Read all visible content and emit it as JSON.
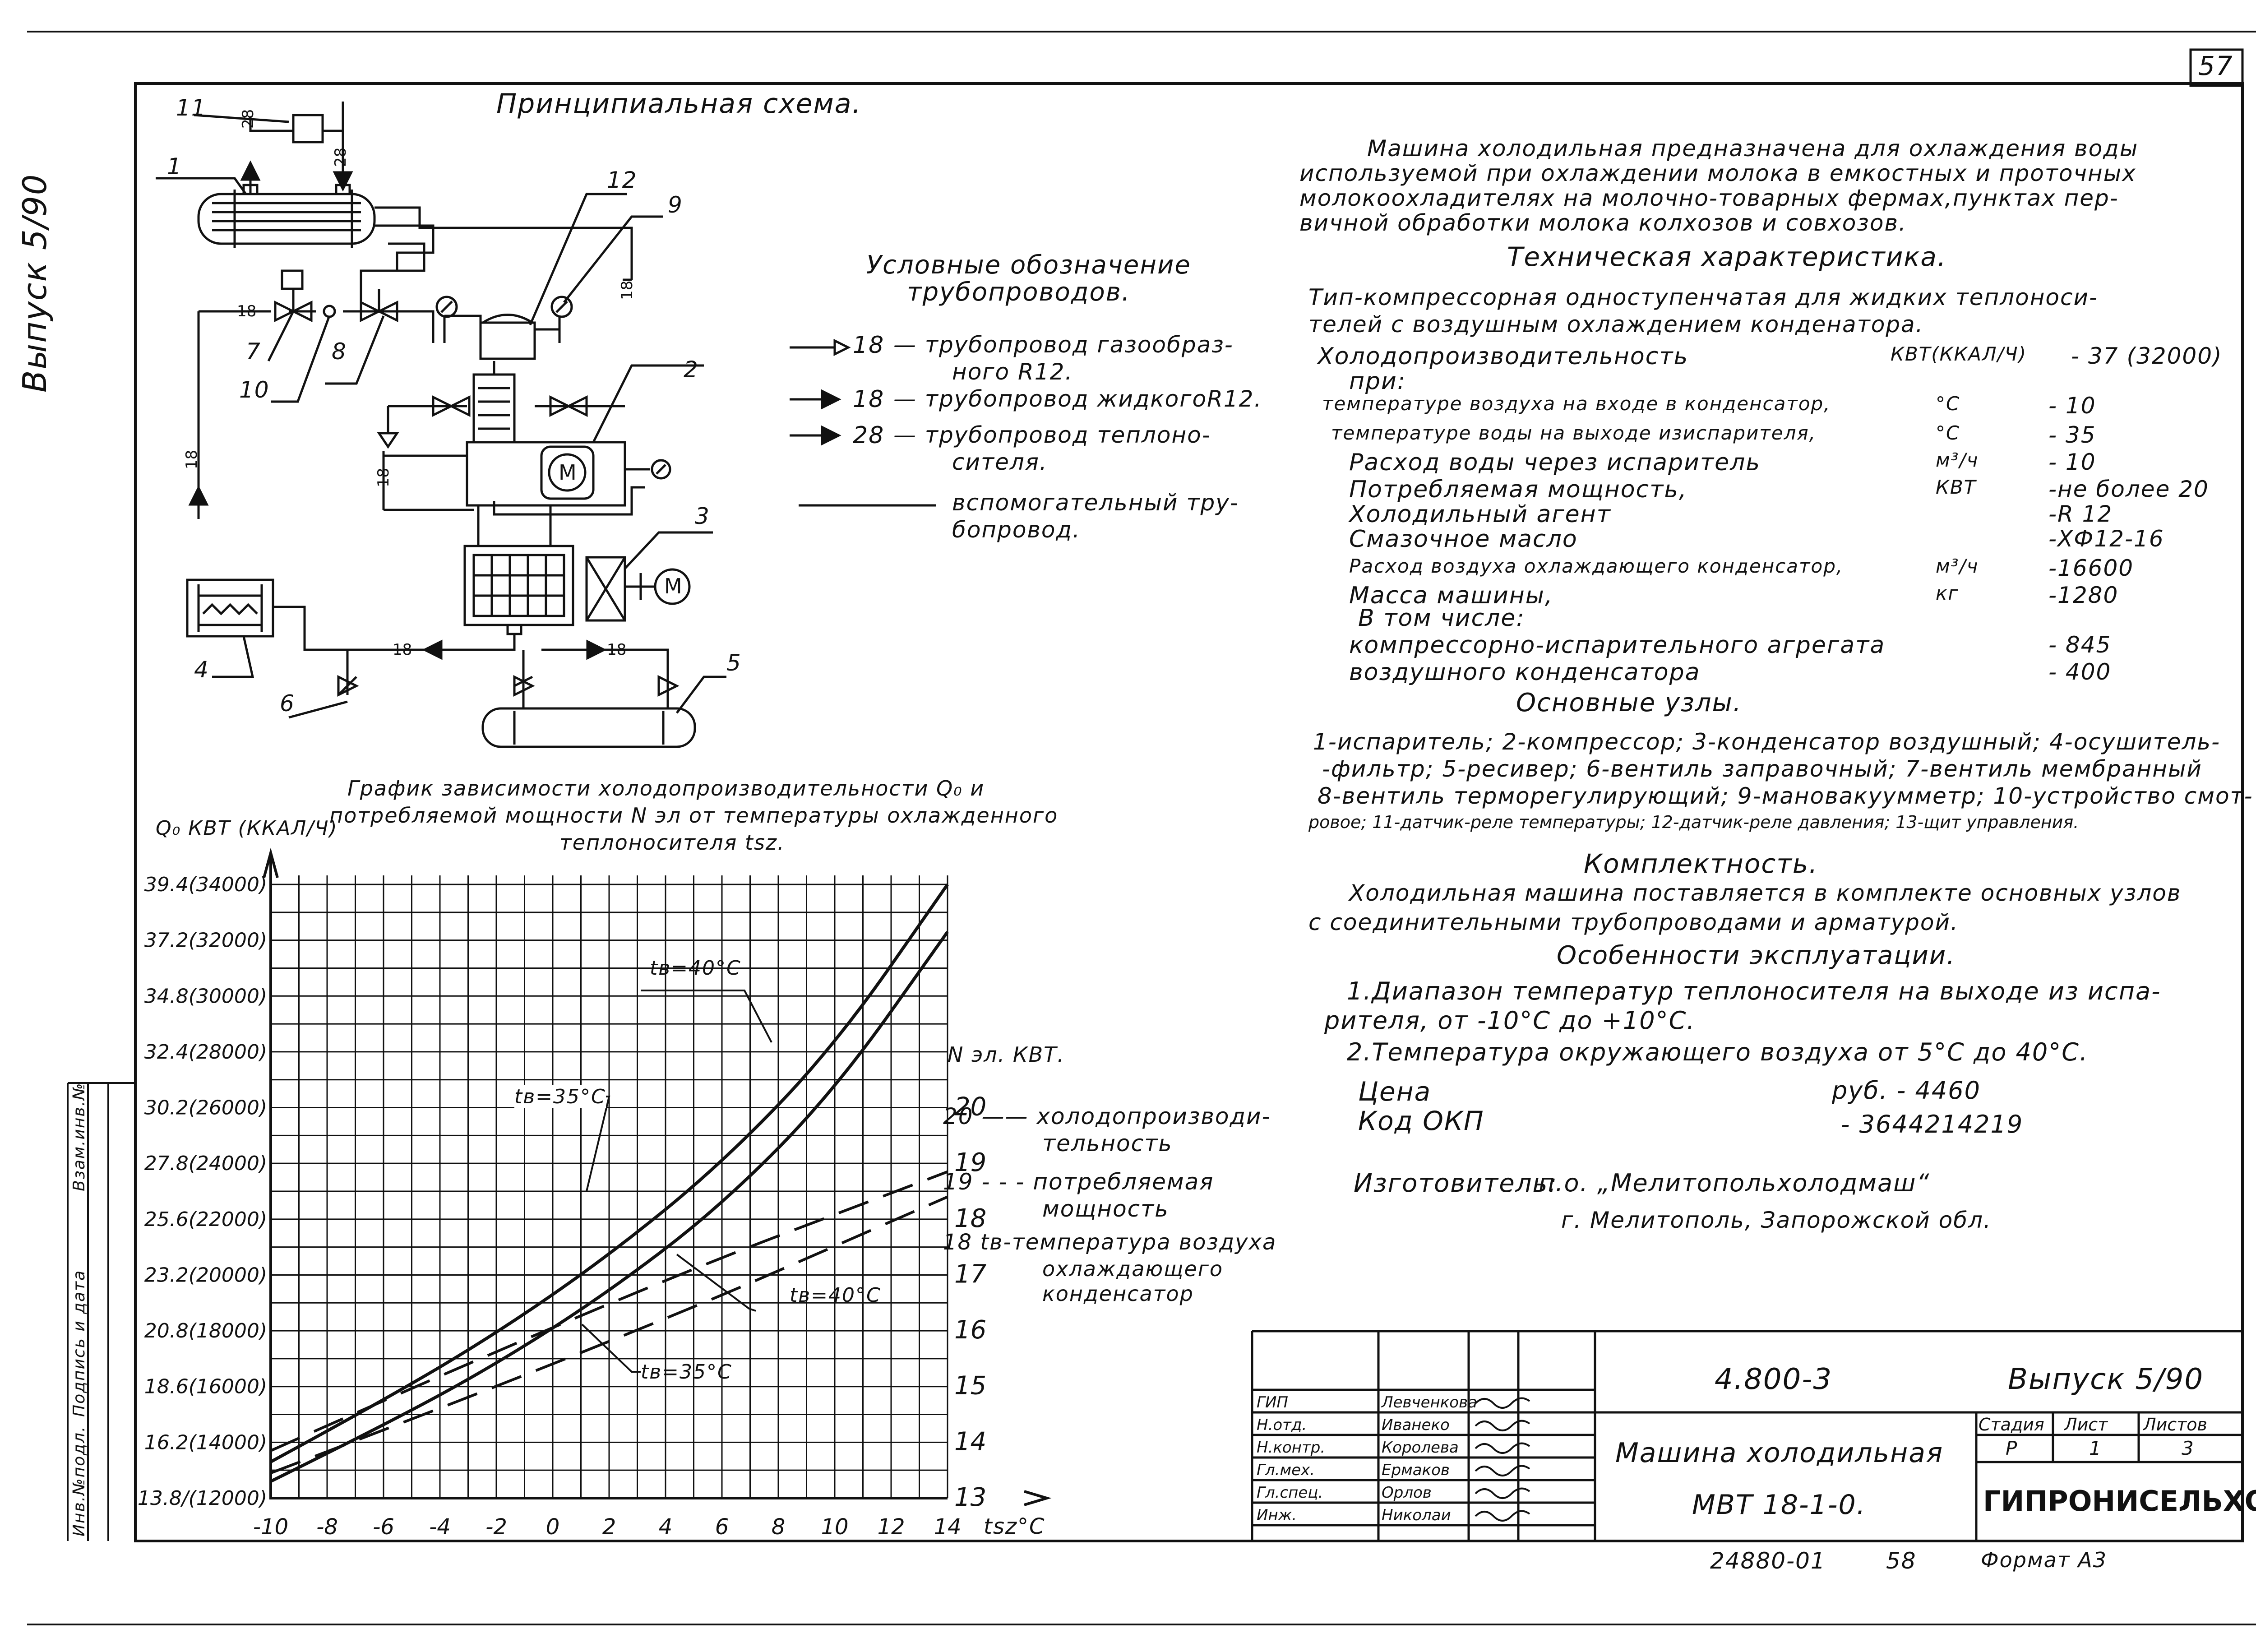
{
  "page_number": "57",
  "side_label": "Выпуск 5/90",
  "scheme_title": "Принципиальная схема.",
  "scheme_labels": [
    "11",
    "1",
    "12",
    "9",
    "7",
    "8",
    "10",
    "2",
    "3",
    "4",
    "6",
    "5"
  ],
  "pipe_labels": [
    "28",
    "28",
    "18",
    "18",
    "18",
    "18",
    "18",
    "18"
  ],
  "legend": {
    "title": [
      "Условные обозначение",
      "трубопроводов."
    ],
    "items": [
      {
        "code": "18",
        "text": "— трубопровод газообраз-",
        "text2": "ного R12."
      },
      {
        "code": "18",
        "text": "— трубопровод жидкогоR12."
      },
      {
        "code": "28",
        "text": "— трубопровод теплоно-",
        "text2": "сителя."
      },
      {
        "code": "",
        "text": "вспомогательный тру-",
        "text2": "бопровод."
      }
    ]
  },
  "description": [
    "Машина холодильная предназначена для охлаждения воды",
    "используемой при охлаждении молока в емкостных и проточных",
    "молокоохладителях на молочно-товарных фермах,пунктах пер-",
    "вичной обработки молока колхозов и совхозов."
  ],
  "tech_title": "Техническая характеристика.",
  "tech_intro": [
    "Тип-компрессорная одноступенчатая для жидких теплоноси-",
    "телей с воздушным охлаждением конденатора."
  ],
  "specs": [
    {
      "label": "Холодопроизводительность",
      "unit": "КВТ(ККАЛ/Ч)",
      "value": "- 37 (32000)"
    },
    {
      "label": "при:",
      "unit": "",
      "value": ""
    },
    {
      "label": "температуре воздуха на входе в конденсатор,",
      "unit": "°С",
      "value": "- 10"
    },
    {
      "label": "температуре воды на выходе изиспарителя,",
      "unit": "°С",
      "value": "- 35"
    },
    {
      "label": "Расход воды через испаритель",
      "unit": "м³/ч",
      "value": "- 10"
    },
    {
      "label": "Потребляемая мощность,",
      "unit": "КВТ",
      "value": "-не более 20"
    },
    {
      "label": "Холодильный агент",
      "unit": "",
      "value": "-R 12"
    },
    {
      "label": "Смазочное масло",
      "unit": "",
      "value": "-ХФ12-16"
    },
    {
      "label": "Расход воздуха охлаждающего конденсатор,",
      "unit": "м³/ч",
      "value": "-16600"
    },
    {
      "label": "Масса машины,",
      "unit": "кг",
      "value": "-1280"
    },
    {
      "label": "В том числе:",
      "unit": "",
      "value": ""
    },
    {
      "label": "компрессорно-испарительного агрегата",
      "unit": "",
      "value": "- 845"
    },
    {
      "label": "воздушного конденсатора",
      "unit": "",
      "value": "- 400"
    }
  ],
  "units_title": "Основные узлы.",
  "units_text": [
    "1-испаритель; 2-компрессор; 3-конденсатор воздушный; 4-осушитель-",
    "-фильтр; 5-ресивер; 6-вентиль заправочный; 7-вентиль мембранный",
    "8-вентиль терморегулирующий; 9-мановакуумметр; 10-устройство смот-",
    "ровое; 11-датчик-реле температуры; 12-датчик-реле давления; 13-щит управления."
  ],
  "kit_title": "Комплектность.",
  "kit_text": [
    "Холодильная машина поставляется в комплекте основных узлов",
    "с соединительными трубопроводами и арматурой."
  ],
  "ops_title": "Особенности эксплуатации.",
  "ops_text": [
    "1.Диапазон температур теплоносителя на выходе из испа-",
    "рителя, от -10°С до +10°С.",
    "2.Температура окружающего воздуха от 5°С до 40°С."
  ],
  "price_label": "Цена",
  "price_value": "руб. - 4460",
  "okp_label": "Код ОКП",
  "okp_value": "- 3644214219",
  "maker_label": "Изготовитель:",
  "maker_value": "п.о. „Мелитопольхолодмаш“",
  "maker_city": "г. Мелитополь, Запорожской обл.",
  "graph_title": [
    "График зависимости холодопроизводительности Q₀ и",
    "потребляемой мощности N эл от температуры охлажденного",
    "теплоносителя tsz."
  ],
  "graph_legend": {
    "line1": "20 —— холодопроизводи-",
    "line1b": "тельность",
    "line2": "19 - - - потребляемая",
    "line2b": "мощность",
    "line3": "18  tв-температура воздуха",
    "line3b": "охлаждающего",
    "line3c": "конденсатор"
  },
  "chart_data": {
    "type": "line",
    "title": "График зависимости холодопроизводительности Q₀ и потребляемой мощности N эл от температуры охлажденного теплоносителя tsz.",
    "xlabel": "tsz°C",
    "ylabel": "Q₀ КВТ (ККАЛ/Ч)",
    "y2label": "N эл. КВТ.",
    "x_ticks": [
      "-10",
      "-8",
      "-6",
      "-4",
      "-2",
      "0",
      "2",
      "4",
      "6",
      "8",
      "10",
      "12",
      "14"
    ],
    "y_ticks": [
      "13.8/(12000)",
      "16.2(14000)",
      "18.6(16000)",
      "20.8(18000)",
      "23.2(20000)",
      "25.6(22000)",
      "27.8(24000)",
      "30.2(26000)",
      "32.4(28000)",
      "34.8(30000)",
      "37.2(32000)",
      "39.4(34000)"
    ],
    "y2_ticks": [
      "13",
      "14",
      "15",
      "16",
      "17",
      "18",
      "19",
      "20"
    ],
    "xlim": [
      -10,
      14
    ],
    "ylim": [
      12000,
      34000
    ],
    "series": [
      {
        "name": "tв=35°С",
        "kind": "cooling",
        "x": [
          -10,
          -6,
          -2,
          2,
          6,
          10,
          14
        ],
        "y": [
          13300,
          15500,
          17900,
          20700,
          24000,
          28200,
          34000
        ]
      },
      {
        "name": "tв=40°С",
        "kind": "cooling",
        "x": [
          -10,
          -6,
          -2,
          2,
          6,
          10,
          14
        ],
        "y": [
          12600,
          14600,
          16800,
          19400,
          22500,
          26600,
          32300
        ]
      },
      {
        "name": "tв=35°С",
        "kind": "power",
        "x": [
          -10,
          2,
          14
        ],
        "y": [
          13.85,
          16.55,
          18.85
        ]
      },
      {
        "name": "tв=40°С",
        "kind": "power",
        "x": [
          -10,
          2,
          14
        ],
        "y": [
          13.45,
          15.75,
          18.4
        ]
      }
    ],
    "annotations": [
      "tв=40°С",
      "tв=35°С",
      "tв=40°С",
      "tв=35°С"
    ]
  },
  "stamp": {
    "code": "4.800-3",
    "issue": "Выпуск 5/90",
    "title": [
      "Машина холодильная",
      "МВТ 18-1-0."
    ],
    "stage_head": [
      "Стадия",
      "Лист",
      "Листов"
    ],
    "stage_vals": [
      "Р",
      "1",
      "3"
    ],
    "org": "ГИПРОНИСЕЛЬХОЗ",
    "roles": [
      {
        "role": "ГИП",
        "name": "Левченкова"
      },
      {
        "role": "Н.отд.",
        "name": "Иванеко"
      },
      {
        "role": "Н.контр.",
        "name": "Королева"
      },
      {
        "role": "Гл.мех.",
        "name": "Ермаков"
      },
      {
        "role": "Гл.спец.",
        "name": "Орлов"
      },
      {
        "role": "Инж.",
        "name": "Николаи"
      }
    ]
  },
  "left_strip": [
    "Инв.№подл.",
    "Подпись и дата",
    "Взам.инв.№"
  ],
  "footer": {
    "num": "24880-01",
    "page": "58",
    "format": "Формат А3"
  }
}
